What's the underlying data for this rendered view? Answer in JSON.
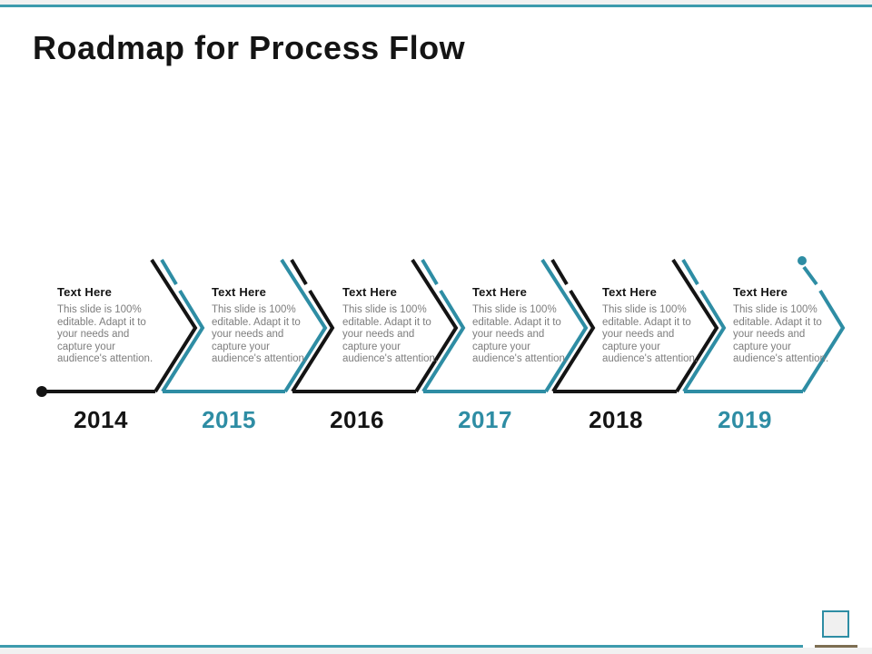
{
  "title": "Roadmap for Process Flow",
  "colors": {
    "teal": "#2e8da4",
    "ink": "#141414",
    "description_gray": "#7d7d7d",
    "border_line": "#3d9bad",
    "canvas_gray": "#f1f1f1",
    "bottom_accent": "#7d6e52",
    "corner_box_fill": "#f0f0f0"
  },
  "milestones": [
    {
      "year": "2014",
      "accent": "ink",
      "heading": "Text Here",
      "description": "This slide is 100% editable. Adapt it to your needs and capture your audience's attention."
    },
    {
      "year": "2015",
      "accent": "teal",
      "heading": "Text Here",
      "description": "This slide is 100% editable. Adapt it to your needs and capture your audience's attention."
    },
    {
      "year": "2016",
      "accent": "ink",
      "heading": "Text Here",
      "description": "This slide is 100% editable. Adapt it to your needs and capture your audience's attention."
    },
    {
      "year": "2017",
      "accent": "teal",
      "heading": "Text Here",
      "description": "This slide is 100% editable. Adapt it to your needs and capture your audience's attention."
    },
    {
      "year": "2018",
      "accent": "ink",
      "heading": "Text Here",
      "description": "This slide is 100% editable. Adapt it to your needs and capture your audience's attention."
    },
    {
      "year": "2019",
      "accent": "teal",
      "heading": "Text Here",
      "description": "This slide is 100% editable. Adapt it to your needs and capture your audience's attention."
    }
  ]
}
